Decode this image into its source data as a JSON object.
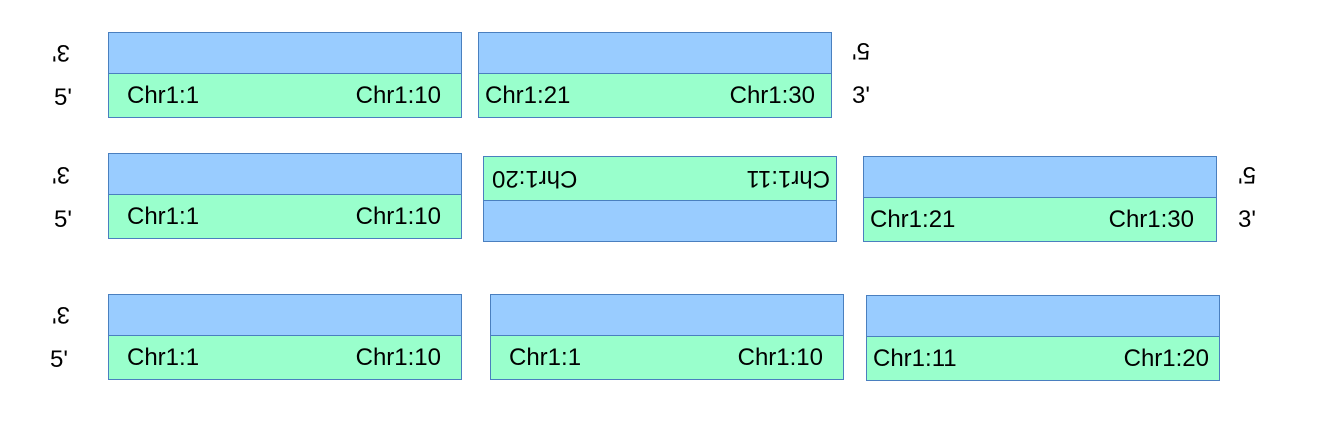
{
  "rows": [
    {
      "left_top": "3'",
      "left_bottom": "5'",
      "right_top": "5'",
      "right_bottom": "3'",
      "blocks": [
        {
          "start": "Chr1:1",
          "end": "Chr1:10"
        },
        {
          "start": "Chr1:21",
          "end": "Chr1:30"
        }
      ]
    },
    {
      "left_top": "3'",
      "left_bottom": "5'",
      "right_top": "5'",
      "right_bottom": "3'",
      "blocks": [
        {
          "start": "Chr1:1",
          "end": "Chr1:10"
        },
        {
          "start": "Chr1:11",
          "end": "Chr1:20"
        },
        {
          "start": "Chr1:21",
          "end": "Chr1:30"
        }
      ]
    },
    {
      "left_top": "3'",
      "left_bottom": "5'",
      "blocks": [
        {
          "start": "Chr1:1",
          "end": "Chr1:10"
        },
        {
          "start": "Chr1:1",
          "end": "Chr1:10"
        },
        {
          "start": "Chr1:11",
          "end": "Chr1:20"
        }
      ]
    }
  ],
  "colors": {
    "top_strand": "#99ccff",
    "bottom_strand": "#99ffcc",
    "border": "#4a7fbf"
  }
}
